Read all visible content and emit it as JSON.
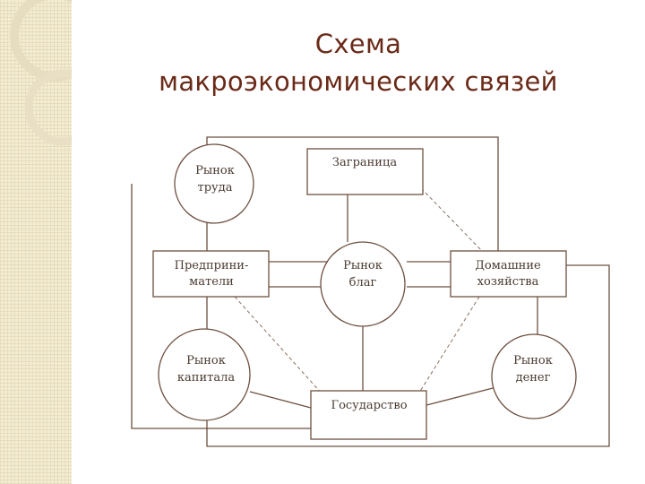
{
  "title": {
    "line1": "Схема",
    "line2": "макроэкономических связей"
  },
  "diagram": {
    "nodes": {
      "labor_market": [
        "Рынок",
        "труда"
      ],
      "abroad": [
        "Заграница"
      ],
      "entrepreneurs": [
        "Предприни-",
        "матели"
      ],
      "goods_market": [
        "Рынок",
        "благ"
      ],
      "households": [
        "Домашние",
        "хозяйства"
      ],
      "capital_market": [
        "Рынок",
        "капитала"
      ],
      "money_market": [
        "Рынок",
        "денег"
      ],
      "state": [
        "Государство"
      ]
    }
  },
  "colors": {
    "title": "#6a2a18",
    "line": "#6e5040",
    "strip": "#f3ecd2"
  }
}
